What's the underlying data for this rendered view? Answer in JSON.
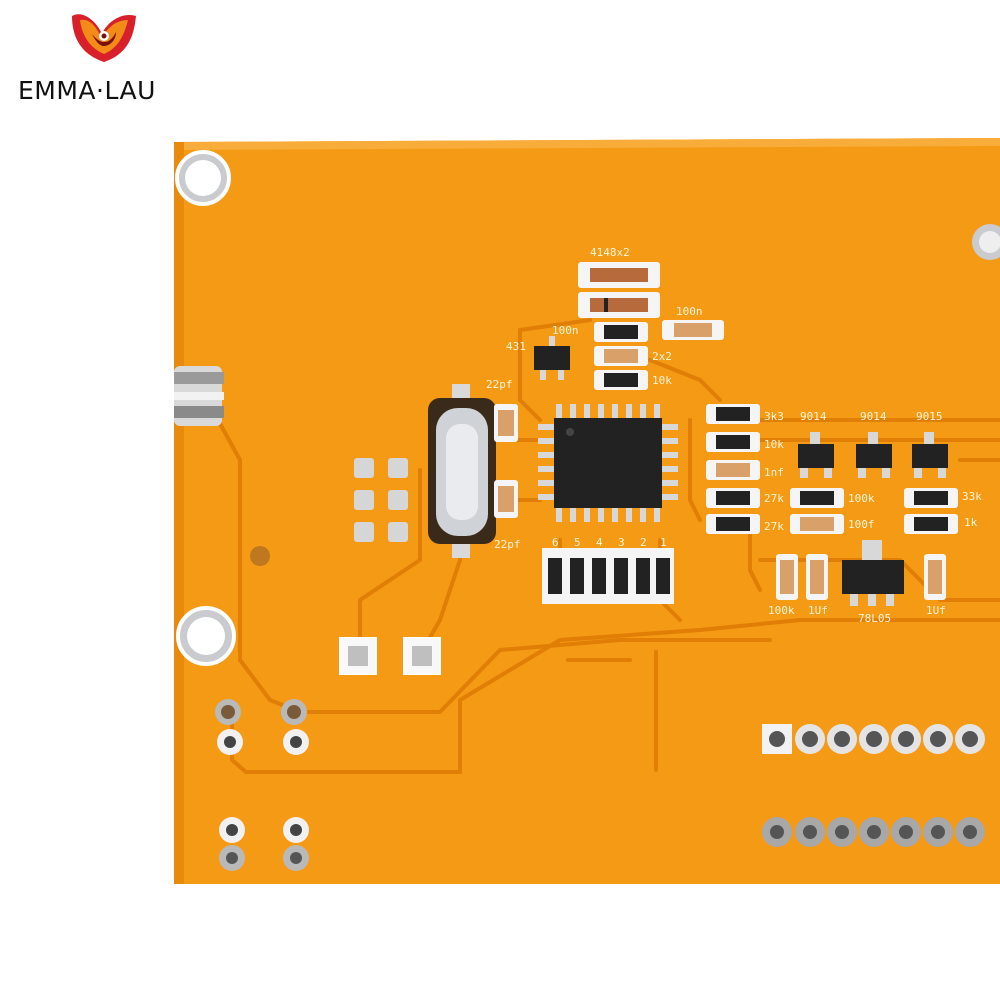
{
  "brand": {
    "logo_text": "EMMA·LAU",
    "colors": {
      "flame_red": "#d8202a",
      "flame_orange": "#f28b17",
      "flame_dark": "#7a1010"
    }
  },
  "board": {
    "pcb_color": "#f59a14",
    "trace_color": "#e07e05",
    "silkscreen_color": "#fff5d8",
    "labels": {
      "diode": "4148x2",
      "cap_top": "100n",
      "cap_left": "100n",
      "res_2x2": "2x2",
      "regulator_431": "431",
      "cap_22pf_top": "22pf",
      "cap_22pf_bottom": "22pf",
      "res_10k_top": "10k",
      "res_3k3": "3k3",
      "res_10k_mid": "10k",
      "cap_1nf": "1nf",
      "res_27k_a": "27k",
      "res_27k_b": "27k",
      "trans_1": "9014",
      "trans_2": "9014",
      "trans_3": "9015",
      "res_100k_mid": "100k",
      "cap_100f": "100f",
      "res_33k": "33k",
      "res_1k": "1k",
      "res_100k_bottom": "100k",
      "cap_1uf_a": "1Uf",
      "cap_1uf_b": "1Uf",
      "regulator_78l05": "78L05",
      "header_pin_1": "1",
      "header_pin_2": "2",
      "header_pin_3": "3",
      "header_pin_4": "4",
      "header_pin_5": "5",
      "header_pin_6": "6"
    }
  }
}
